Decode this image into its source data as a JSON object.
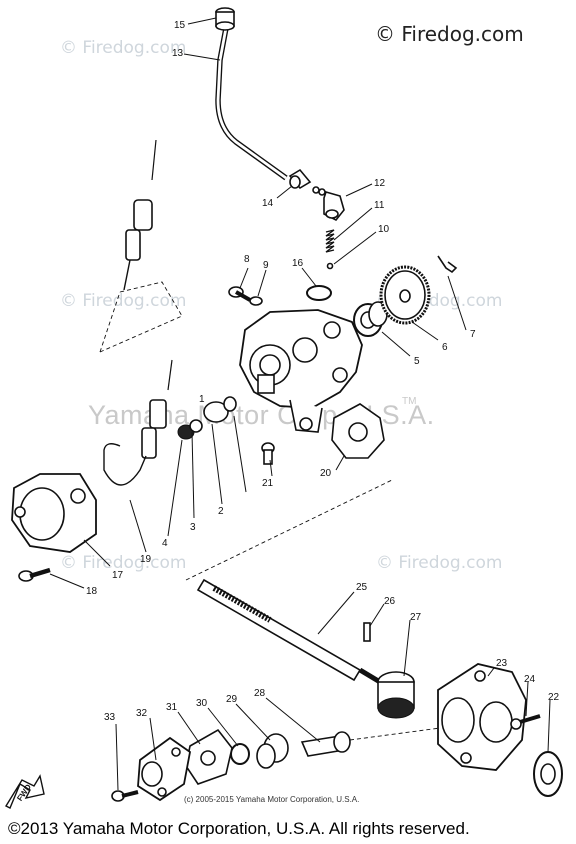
{
  "watermarks": {
    "firedog_small": "© Firedog.com",
    "firedog_strong": "© Firedog.com",
    "yamaha_center": "Yamaha Motor Corp. U.S.A.",
    "tm": "TM"
  },
  "callouts": [
    "1",
    "2",
    "3",
    "4",
    "5",
    "6",
    "7",
    "8",
    "9",
    "10",
    "11",
    "12",
    "13",
    "14",
    "15",
    "16",
    "17",
    "18",
    "19",
    "20",
    "21",
    "22",
    "23",
    "24",
    "25",
    "26",
    "27",
    "28",
    "29",
    "30",
    "31",
    "32",
    "33"
  ],
  "direction_label": "FWD",
  "small_copyright": "(c) 2005-2015 Yamaha Motor Corporation, U.S.A.",
  "footer": "©2013 Yamaha Motor Corporation, U.S.A. All rights reserved."
}
